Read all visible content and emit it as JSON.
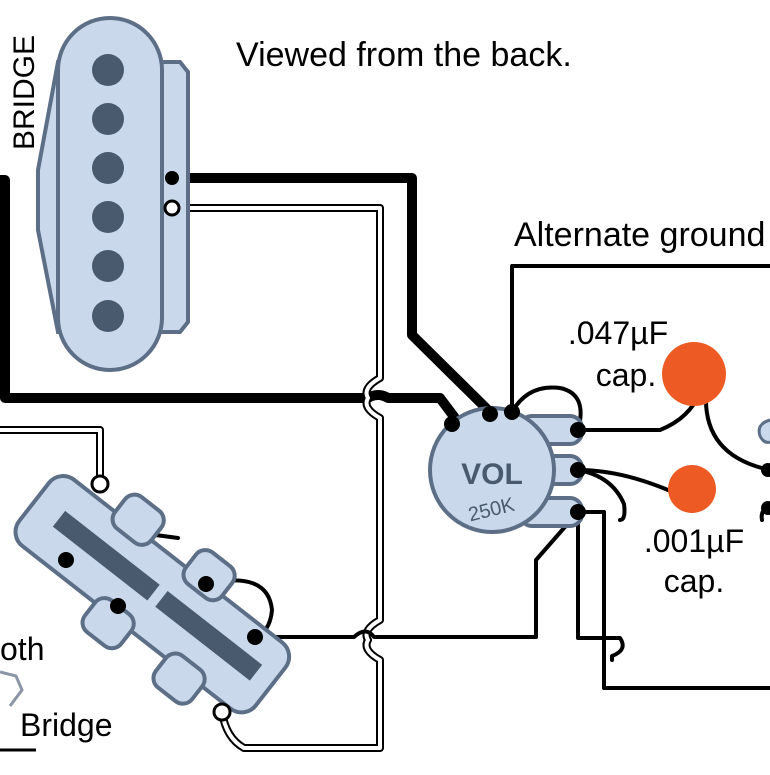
{
  "diagram": {
    "header_note": "Viewed from the back.",
    "bridge_pickup_label": "BRIDGE",
    "alt_ground_label": "Alternate ground to",
    "vol_pot": {
      "label": "VOL",
      "value": "250K"
    },
    "cap_047": {
      "value": ".047µF",
      "unit": "cap."
    },
    "cap_001": {
      "value": ".001µF",
      "unit": "cap."
    },
    "switch_label_both": "oth",
    "switch_label_bridge": "Bridge",
    "colors": {
      "pickup_fill": "#c9d8ea",
      "pickup_stroke": "#5c6f86",
      "pole_piece": "#4a5a6e",
      "wire_hot": "#000000",
      "wire_ground": "#000000",
      "capacitor": "#ee5a24",
      "background": "#ffffff"
    }
  }
}
